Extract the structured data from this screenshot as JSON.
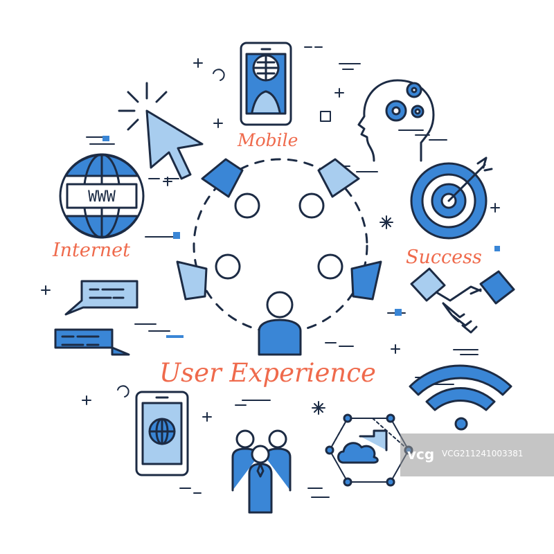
{
  "labels": {
    "mobile": "Mobile",
    "internet": "Internet",
    "success": "Success",
    "title": "User Experience"
  },
  "globe_text": "WWW",
  "watermark": {
    "logo": "vcg",
    "id": "VCG211241003381"
  },
  "colors": {
    "accent_blue": "#3a86d6",
    "light_blue": "#a8cdef",
    "outline": "#1c2b44",
    "label_orange": "#ef6a4c"
  },
  "icons": [
    "cursor-icon",
    "mobile-phone-icon",
    "head-gears-icon",
    "globe-www-icon",
    "target-arrow-icon",
    "chat-bubbles-icon",
    "handshake-icon",
    "wifi-icon",
    "tablet-globe-icon",
    "team-icon",
    "cloud-network-icon",
    "people-circle-icon"
  ]
}
